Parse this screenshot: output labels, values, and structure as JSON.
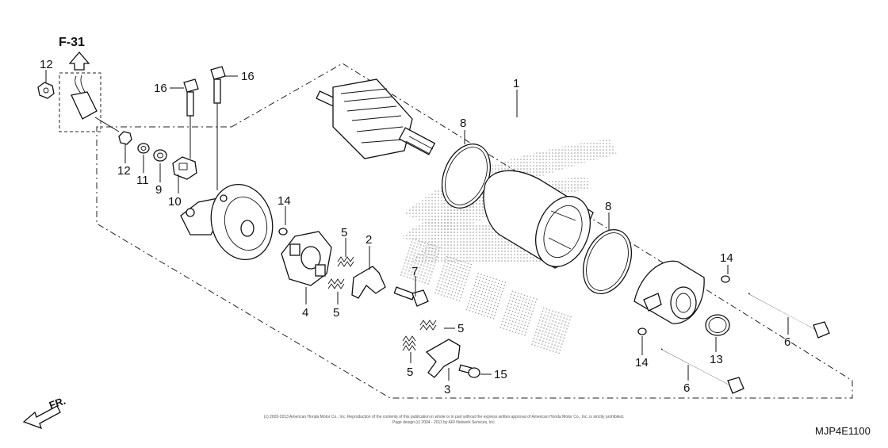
{
  "diagram": {
    "reference_label": "F-31",
    "direction_label": "FR.",
    "diagram_code": "MJP4E1100",
    "copyright_line1": "(c) 2003-2013 American Honda Motor Co., Inc. Reproduction of the contents of this publication in whole or in part without the express written approval of American Honda Motor Co., Inc. is strictly prohibited.",
    "copyright_line2": "Page design (c) 2004 - 2011 by ARI Network Services, Inc.",
    "callouts": {
      "c1": "1",
      "c2": "2",
      "c3": "3",
      "c4": "4",
      "c5a": "5",
      "c5b": "5",
      "c5c": "5",
      "c5d": "5",
      "c6a": "6",
      "c6b": "6",
      "c7": "7",
      "c8a": "8",
      "c8b": "8",
      "c9": "9",
      "c10": "10",
      "c11": "11",
      "c12a": "12",
      "c12b": "12",
      "c13": "13",
      "c14a": "14",
      "c14b": "14",
      "c14c": "14",
      "c15": "15",
      "c16a": "16",
      "c16b": "16"
    }
  }
}
